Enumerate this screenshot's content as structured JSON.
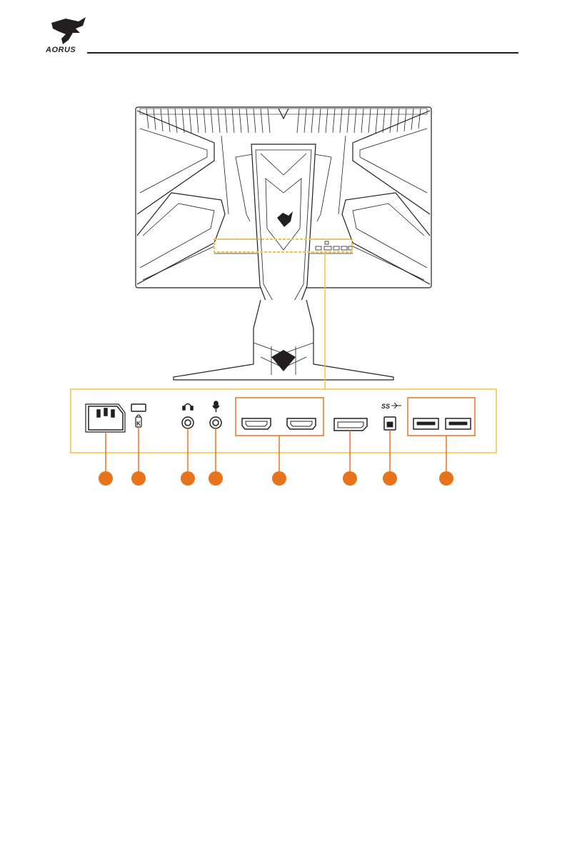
{
  "header": {
    "brand_logo": "AORUS",
    "brand_text": "AORUS"
  },
  "figure": {
    "subject": "monitor-rear-view",
    "highlight_color": "#f5c242",
    "callout_color": "#e8731a",
    "outline_color": "#231f20",
    "ports": [
      {
        "id": 1,
        "name": "power-socket",
        "icon": "ac-inlet-icon"
      },
      {
        "id": 2,
        "name": "kensington-lock",
        "icon": "kensington-lock-icon",
        "label": "K"
      },
      {
        "id": 3,
        "name": "headphone-jack",
        "icon": "headphone-icon"
      },
      {
        "id": 4,
        "name": "microphone-jack",
        "icon": "microphone-icon"
      },
      {
        "id": 5,
        "name": "hdmi-ports",
        "icon": "hdmi-icon",
        "count": 2
      },
      {
        "id": 6,
        "name": "displayport",
        "icon": "displayport-icon"
      },
      {
        "id": 7,
        "name": "usb-upstream-port",
        "icon": "usb-b-icon",
        "label": "SS"
      },
      {
        "id": 8,
        "name": "usb-downstream-ports",
        "icon": "usb-a-icon",
        "count": 2
      }
    ]
  }
}
